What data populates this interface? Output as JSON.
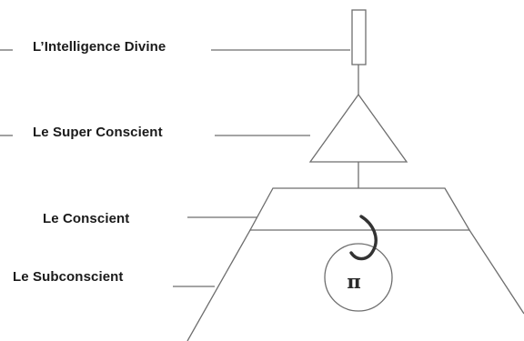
{
  "diagram": {
    "labels": [
      "L’Intelligence Divine",
      "Le Super Conscient",
      "Le Conscient",
      "Le  Subconscient"
    ],
    "inner_symbol": "π"
  },
  "colors": {
    "line": "#6e6e6e",
    "text": "#1a1a1a",
    "background": "#ffffff"
  }
}
